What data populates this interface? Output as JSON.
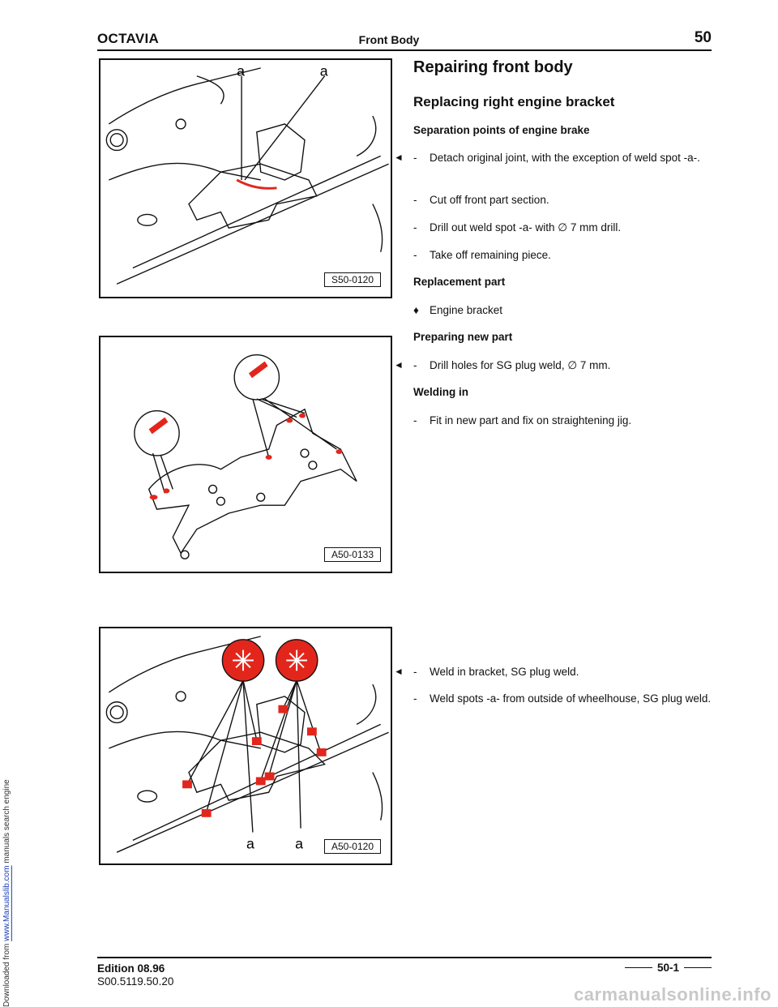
{
  "side_note": {
    "prefix": "Downloaded from ",
    "link": "www.Manualslib.com",
    "suffix": " manuals search engine"
  },
  "header": {
    "brand": "OCTAVIA",
    "section": "Front Body",
    "page_number": "50"
  },
  "title": "Repairing front body",
  "subtitle": "Replacing right engine bracket",
  "sec1": {
    "heading": "Separation points of engine brake",
    "steps": [
      {
        "marker": "-",
        "text": "Detach original joint, with the exception of weld spot -a-."
      },
      {
        "marker": "-",
        "text": "Cut off front part section."
      },
      {
        "marker": "-",
        "text": "Drill out weld spot -a- with ∅ 7 mm drill."
      },
      {
        "marker": "-",
        "text": "Take off remaining piece."
      }
    ]
  },
  "replacement": {
    "heading": "Replacement part",
    "items": [
      {
        "marker": "♦",
        "text": "Engine bracket"
      }
    ]
  },
  "preparing": {
    "heading": "Preparing new part",
    "steps": [
      {
        "marker": "-",
        "text": "Drill holes for SG plug weld, ∅ 7 mm."
      }
    ]
  },
  "welding": {
    "heading": "Welding in",
    "steps": [
      {
        "marker": "-",
        "text": "Fit in new part and fix on straightening jig."
      }
    ]
  },
  "sec3": {
    "steps": [
      {
        "marker": "-",
        "text": "Weld in bracket, SG plug weld."
      },
      {
        "marker": "-",
        "text": "Weld spots -a- from outside of wheelhouse, SG plug weld."
      }
    ]
  },
  "arrow_glyph": "◄",
  "figures": {
    "fig1": {
      "label": "S50-0120",
      "callout_a": "a"
    },
    "fig2": {
      "label": "A50-0133"
    },
    "fig3": {
      "label": "A50-0120",
      "callout_a": "a"
    }
  },
  "footer": {
    "edition": "Edition 08.96",
    "code": "S00.5119.50.20",
    "page": "50-1"
  },
  "watermark": "carmanualsonline.info",
  "colors": {
    "weld_red": "#e2261c",
    "ink": "#111111"
  }
}
